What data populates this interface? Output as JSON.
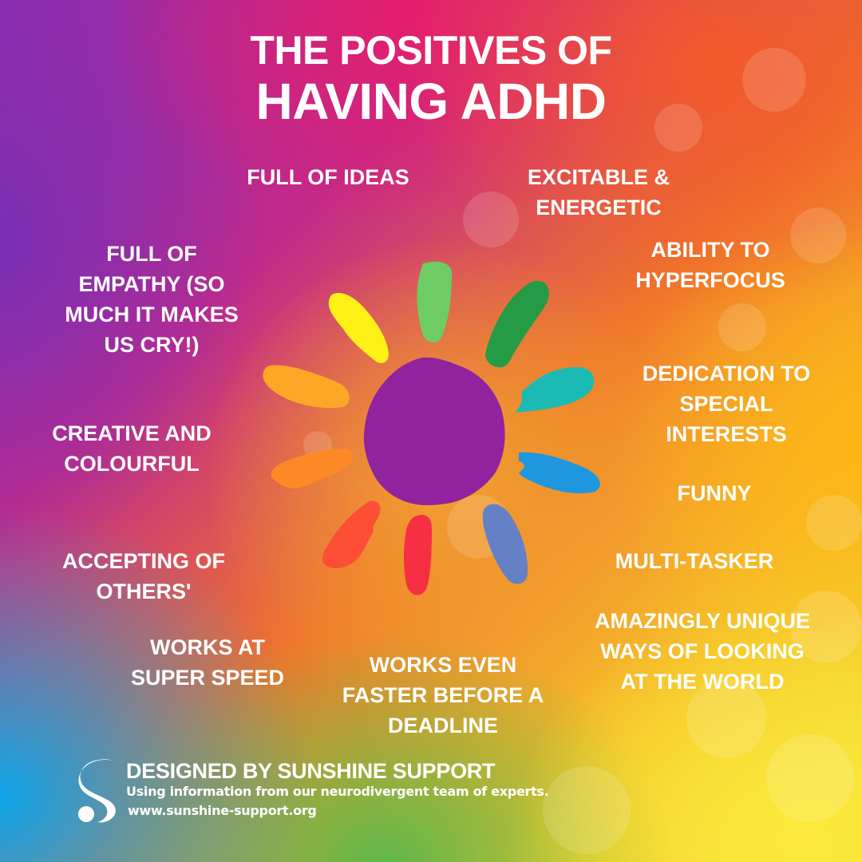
{
  "title": {
    "line1": "THE POSITIVES OF",
    "line2": "HAVING ADHD"
  },
  "positives": [
    {
      "id": "full-of-ideas",
      "text": "FULL OF IDEAS"
    },
    {
      "id": "excitable",
      "text": "EXCITABLE &\nENERGETIC"
    },
    {
      "id": "hyperfocus",
      "text": "ABILITY TO\nHYPERFOCUS"
    },
    {
      "id": "empathy",
      "text": "FULL OF\nEMPATHY (SO\nMUCH IT MAKES\nUS CRY!)"
    },
    {
      "id": "special-interests",
      "text": "DEDICATION TO\nSPECIAL\nINTERESTS"
    },
    {
      "id": "creative",
      "text": "CREATIVE AND\nCOLOURFUL"
    },
    {
      "id": "funny",
      "text": "FUNNY"
    },
    {
      "id": "accepting",
      "text": "ACCEPTING OF\nOTHERS'"
    },
    {
      "id": "multi-tasker",
      "text": "MULTI-TASKER"
    },
    {
      "id": "unique-ways",
      "text": "AMAZINGLY UNIQUE\nWAYS OF LOOKING\nAT THE WORLD"
    },
    {
      "id": "super-speed",
      "text": "WORKS AT\nSUPER SPEED"
    },
    {
      "id": "deadline",
      "text": "WORKS EVEN\nFASTER BEFORE A\nDEADLINE"
    }
  ],
  "sun": {
    "center_color": "#91239f",
    "petal_colors": [
      "#6fcb63",
      "#259b45",
      "#1cbab5",
      "#1e96e0",
      "#6680c6",
      "#f72f43",
      "#fe4e36",
      "#fd8926",
      "#fda726",
      "#fff016"
    ]
  },
  "footer": {
    "logo_letter": "S",
    "title": "DESIGNED BY SUNSHINE SUPPORT",
    "subtitle": "Using information from our neurodivergent team of experts.",
    "url": "www.sunshine-support.org"
  }
}
